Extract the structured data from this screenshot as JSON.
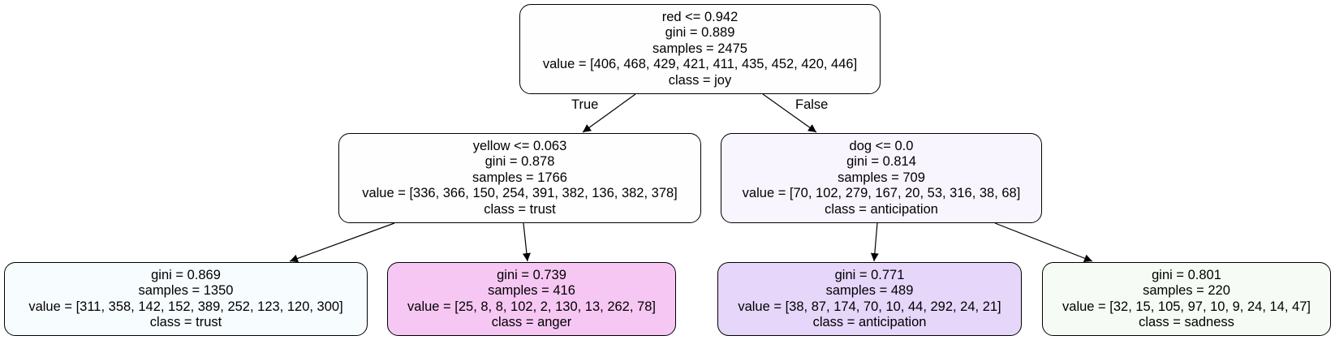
{
  "nodes": [
    {
      "id": "root",
      "lines": [
        "red <= 0.942",
        "gini = 0.889",
        "samples = 2475",
        "value = [406, 468, 429, 421, 411, 435, 452, 420, 446]",
        "class = joy"
      ],
      "fill": "#fffeff"
    },
    {
      "id": "n1",
      "lines": [
        "yellow <= 0.063",
        "gini = 0.878",
        "samples = 1766",
        "value = [336, 366, 150, 254, 391, 382, 136, 382, 378]",
        "class = trust"
      ],
      "fill": "#fefeff"
    },
    {
      "id": "n2",
      "lines": [
        "dog <= 0.0",
        "gini = 0.814",
        "samples = 709",
        "value = [70, 102, 279, 167, 20, 53, 316, 38, 68]",
        "class = anticipation"
      ],
      "fill": "#f8f5fe"
    },
    {
      "id": "n3",
      "lines": [
        "gini = 0.869",
        "samples = 1350",
        "value = [311, 358, 142, 152, 389, 252, 123, 120, 300]",
        "class = trust"
      ],
      "fill": "#f7fcfe"
    },
    {
      "id": "n4",
      "lines": [
        "gini = 0.739",
        "samples = 416",
        "value = [25, 8, 8, 102, 2, 130, 13, 262, 78]",
        "class = anger"
      ],
      "fill": "#f7c7f3"
    },
    {
      "id": "n5",
      "lines": [
        "gini = 0.771",
        "samples = 489",
        "value = [38, 87, 174, 70, 10, 44, 292, 24, 21]",
        "class = anticipation"
      ],
      "fill": "#e5d6fa"
    },
    {
      "id": "n6",
      "lines": [
        "gini = 0.801",
        "samples = 220",
        "value = [32, 15, 105, 97, 10, 9, 24, 14, 47]",
        "class = sadness"
      ],
      "fill": "#f6fcf5"
    }
  ],
  "edges": [
    {
      "from": "root",
      "to": "n1",
      "label": "True"
    },
    {
      "from": "root",
      "to": "n2",
      "label": "False"
    },
    {
      "from": "n1",
      "to": "n3",
      "label": ""
    },
    {
      "from": "n1",
      "to": "n4",
      "label": ""
    },
    {
      "from": "n2",
      "to": "n5",
      "label": ""
    },
    {
      "from": "n2",
      "to": "n6",
      "label": ""
    }
  ]
}
